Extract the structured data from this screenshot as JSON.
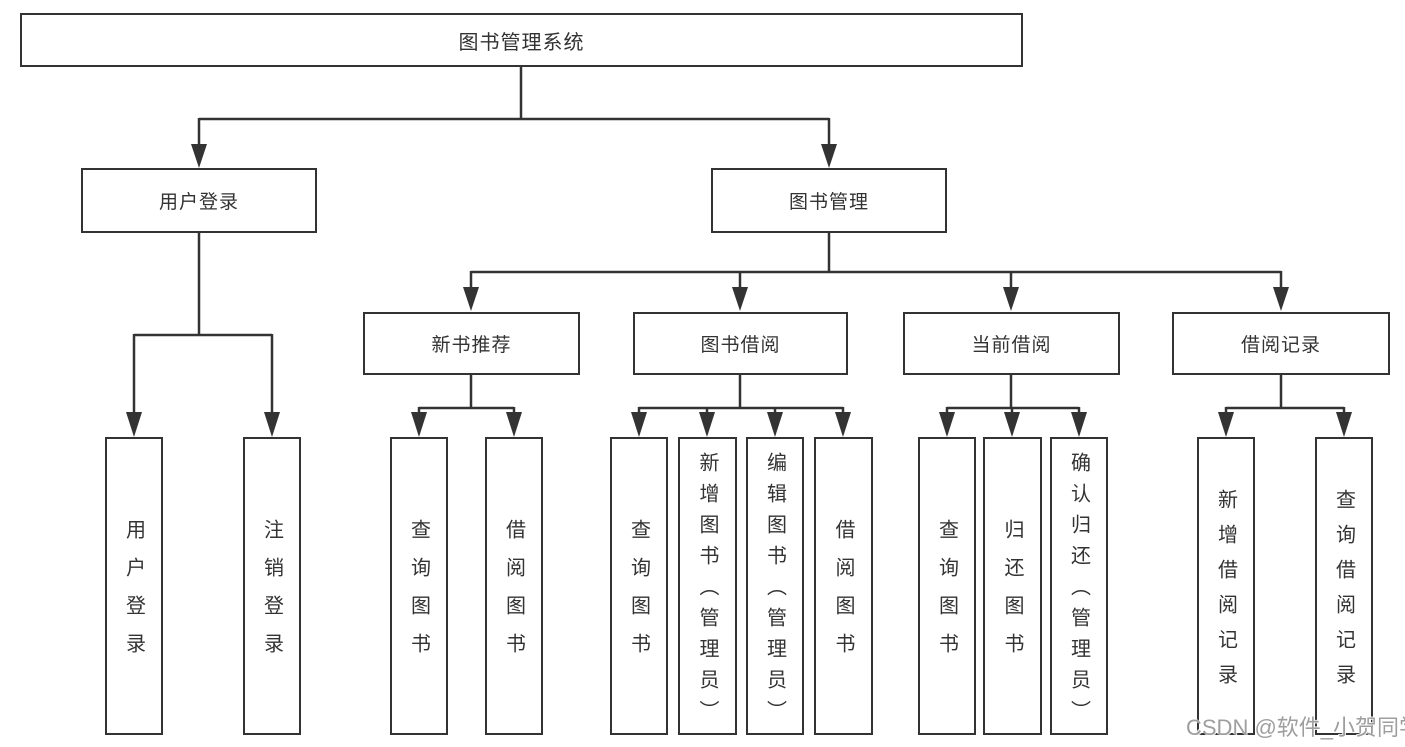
{
  "diagram": {
    "root": {
      "label": "图书管理系统"
    },
    "level2": [
      {
        "label": "用户登录"
      },
      {
        "label": "图书管理"
      }
    ],
    "level3": [
      {
        "label": "新书推荐"
      },
      {
        "label": "图书借阅"
      },
      {
        "label": "当前借阅"
      },
      {
        "label": "借阅记录"
      }
    ],
    "leaves": {
      "user_login": [
        {
          "label": "用户登录"
        },
        {
          "label": "注销登录"
        }
      ],
      "new_book_recommend": [
        {
          "label": "查询图书"
        },
        {
          "label": "借阅图书"
        }
      ],
      "book_borrow": [
        {
          "label": "查询图书"
        },
        {
          "label": "新增图书（管理员）"
        },
        {
          "label": "编辑图书（管理员）"
        },
        {
          "label": "借阅图书"
        }
      ],
      "current_borrow": [
        {
          "label": "查询图书"
        },
        {
          "label": "归还图书"
        },
        {
          "label": "确认归还（管理员）"
        }
      ],
      "borrow_records": [
        {
          "label": "新增借阅记录"
        },
        {
          "label": "查询借阅记录"
        }
      ]
    }
  },
  "watermark": {
    "text": "CSDN @软件_小贺同学"
  },
  "colors": {
    "line": "#333333",
    "text": "#333333",
    "background": "#ffffff",
    "watermark": "#9e9e9e"
  }
}
